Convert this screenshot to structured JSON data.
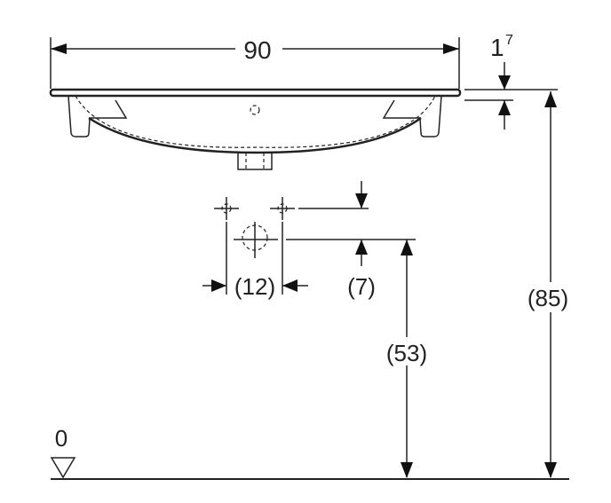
{
  "drawing": {
    "width_label": "90",
    "rim_thickness_label": "1",
    "rim_thickness_sup": "7",
    "total_height_label": "(85)",
    "tap_hole_spacing_label": "(12)",
    "tap_offset_label": "(7)",
    "waste_height_label": "(53)",
    "floor_label": "0"
  },
  "colors": {
    "line": "#222222",
    "background": "#ffffff"
  }
}
